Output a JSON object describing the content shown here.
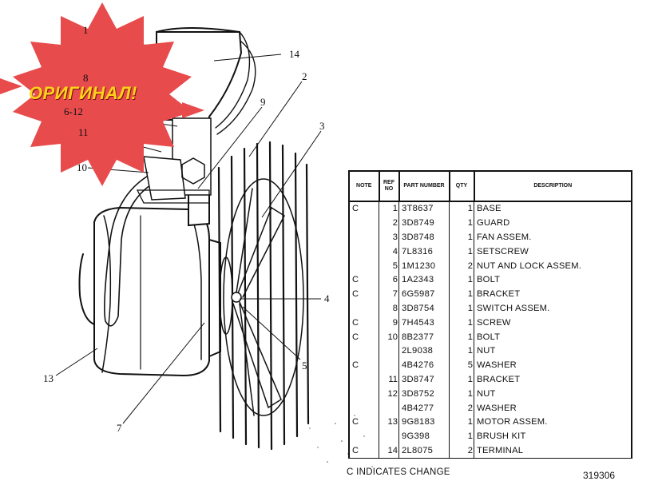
{
  "stamp": {
    "text": "ОРИГИНАЛ!",
    "color": "#e84b4b"
  },
  "callouts": [
    "1",
    "8",
    "6-12",
    "11",
    "10",
    "9",
    "14",
    "2",
    "3",
    "4",
    "5",
    "13",
    "7"
  ],
  "table": {
    "headers": {
      "note": "NOTE",
      "ref": "REF NO",
      "part": "PART NUMBER",
      "qty": "QTY",
      "desc": "DESCRIPTION"
    },
    "rows": [
      {
        "note": "C",
        "ref": "1",
        "part": "3T8637",
        "qty": "1",
        "desc": "BASE"
      },
      {
        "note": "",
        "ref": "2",
        "part": "3D8749",
        "qty": "1",
        "desc": "GUARD"
      },
      {
        "note": "",
        "ref": "3",
        "part": "3D8748",
        "qty": "1",
        "desc": "FAN ASSEM."
      },
      {
        "note": "",
        "ref": "4",
        "part": "7L8316",
        "qty": "1",
        "desc": "SETSCREW"
      },
      {
        "note": "",
        "ref": "5",
        "part": "1M1230",
        "qty": "2",
        "desc": "NUT AND LOCK ASSEM."
      },
      {
        "note": "C",
        "ref": "6",
        "part": "1A2343",
        "qty": "1",
        "desc": "BOLT"
      },
      {
        "note": "C",
        "ref": "7",
        "part": "6G5987",
        "qty": "1",
        "desc": "BRACKET"
      },
      {
        "note": "",
        "ref": "8",
        "part": "3D8754",
        "qty": "1",
        "desc": "SWITCH ASSEM."
      },
      {
        "note": "C",
        "ref": "9",
        "part": "7H4543",
        "qty": "1",
        "desc": "SCREW"
      },
      {
        "note": "C",
        "ref": "10",
        "part": "8B2377",
        "qty": "1",
        "desc": "BOLT"
      },
      {
        "note": "",
        "ref": "",
        "part": "2L9038",
        "qty": "1",
        "desc": "NUT"
      },
      {
        "note": "C",
        "ref": "",
        "part": "4B4276",
        "qty": "5",
        "desc": "WASHER"
      },
      {
        "note": "",
        "ref": "11",
        "part": "3D8747",
        "qty": "1",
        "desc": "BRACKET"
      },
      {
        "note": "",
        "ref": "12",
        "part": "3D8752",
        "qty": "1",
        "desc": "NUT"
      },
      {
        "note": "",
        "ref": "",
        "part": "4B4277",
        "qty": "2",
        "desc": "WASHER"
      },
      {
        "note": "C",
        "ref": "13",
        "part": "9G8183",
        "qty": "1",
        "desc": "MOTOR ASSEM."
      },
      {
        "note": "",
        "ref": "",
        "part": "9G398",
        "qty": "1",
        "desc": "  BRUSH KIT"
      },
      {
        "note": "C",
        "ref": "14",
        "part": "2L8075",
        "qty": "2",
        "desc": "TERMINAL"
      }
    ]
  },
  "footer_note": "C   INDICATES CHANGE",
  "figure_number": "319306"
}
